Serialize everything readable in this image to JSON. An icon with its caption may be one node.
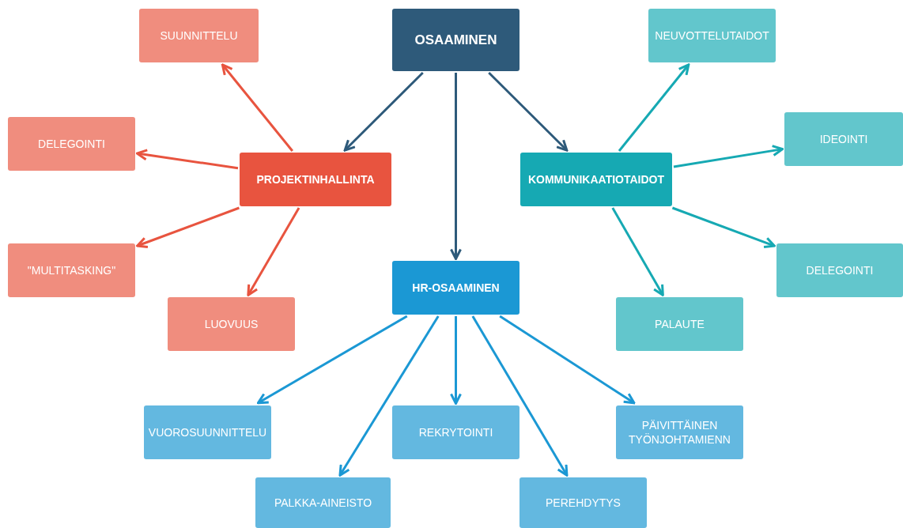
{
  "diagram": {
    "nodes": [
      {
        "text": [
          "OSAAMINEN"
        ]
      },
      {
        "text": [
          "PROJEKTINHALLINTA"
        ]
      },
      {
        "text": [
          "KOMMUNIKAATIOTAIDOT"
        ]
      },
      {
        "text": [
          "HR-OSAAMINEN"
        ]
      },
      {
        "text": [
          "SUUNNITTELU"
        ]
      },
      {
        "text": [
          "DELEGOINTI"
        ]
      },
      {
        "text": [
          "\"MULTITASKING\""
        ]
      },
      {
        "text": [
          "LUOVUUS"
        ]
      },
      {
        "text": [
          "NEUVOTTELUTAIDOT"
        ]
      },
      {
        "text": [
          "IDEOINTI"
        ]
      },
      {
        "text": [
          "DELEGOINTI"
        ]
      },
      {
        "text": [
          "PALAUTE"
        ]
      },
      {
        "text": [
          "VUOROSUUNNITTELU"
        ]
      },
      {
        "text": [
          "PALKKA-AINEISTO"
        ]
      },
      {
        "text": [
          "REKRYTOINTI"
        ]
      },
      {
        "text": [
          "PÄIVITTÄINEN TYÖNJOHTAMIENN"
        ]
      },
      {
        "text": [
          "PEREHDYTYS"
        ]
      }
    ],
    "edges": [
      {
        "from": 0,
        "to": 1,
        "arrow": "to",
        "color": "#2e5a7a"
      },
      {
        "from": 0,
        "to": 3,
        "arrow": "to",
        "color": "#2e5a7a"
      },
      {
        "from": 0,
        "to": 2,
        "arrow": "to",
        "color": "#2e5a7a"
      },
      {
        "from": 1,
        "to": 4,
        "arrow": "to",
        "color": "#e8543f"
      },
      {
        "from": 1,
        "to": 5,
        "arrow": "to",
        "color": "#e8543f"
      },
      {
        "from": 1,
        "to": 6,
        "arrow": "to",
        "color": "#e8543f"
      },
      {
        "from": 1,
        "to": 7,
        "arrow": "to",
        "color": "#e8543f"
      },
      {
        "from": 2,
        "to": 8,
        "arrow": "to",
        "color": "#16a9b3"
      },
      {
        "from": 2,
        "to": 9,
        "arrow": "to",
        "color": "#16a9b3"
      },
      {
        "from": 2,
        "to": 10,
        "arrow": "to",
        "color": "#16a9b3"
      },
      {
        "from": 2,
        "to": 11,
        "arrow": "to",
        "color": "#16a9b3"
      },
      {
        "from": 3,
        "to": 12,
        "arrow": "to"
      },
      {
        "from": 3,
        "to": 13,
        "arrow": "to"
      },
      {
        "from": 3,
        "to": 14,
        "arrow": "to"
      },
      {
        "from": 3,
        "to": 15,
        "arrow": "to"
      },
      {
        "from": 3,
        "to": 16,
        "arrow": "to"
      }
    ]
  }
}
